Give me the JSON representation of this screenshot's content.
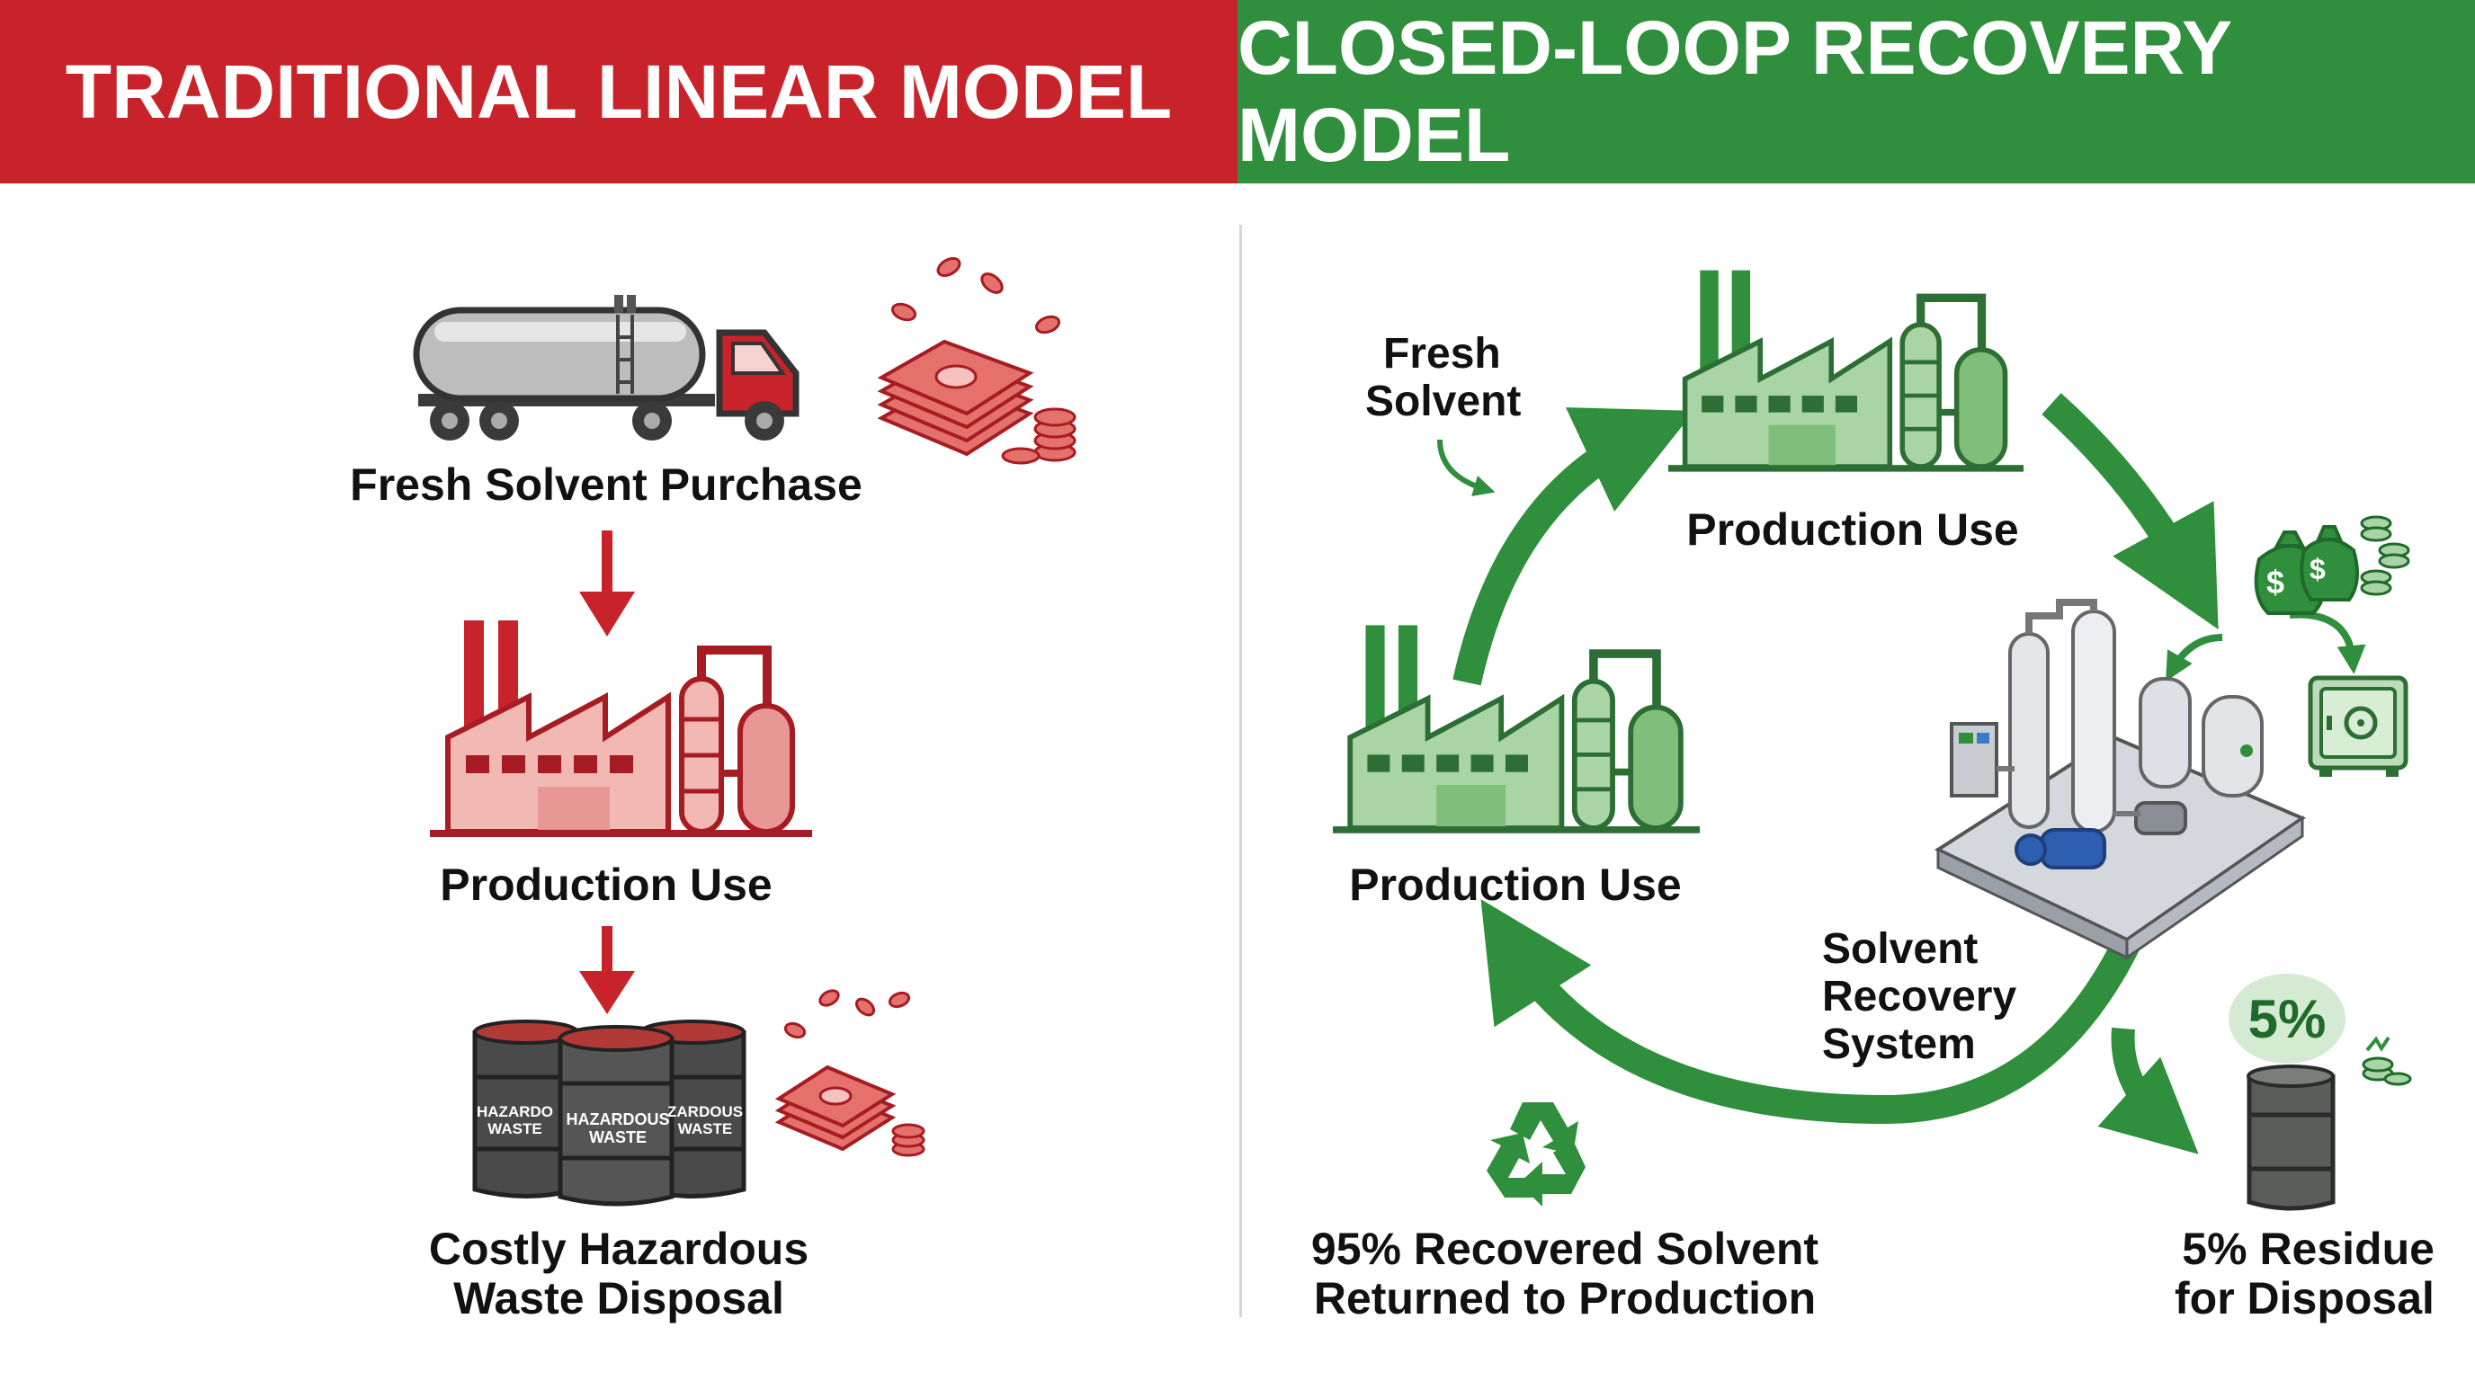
{
  "header": {
    "left_title": "TRADITIONAL LINEAR MODEL",
    "right_title": "CLOSED-LOOP RECOVERY MODEL"
  },
  "colors": {
    "linear_red": "#c8232b",
    "loop_green": "#2f8f3c",
    "light_red": "#f2b8b4",
    "light_green": "#a9d4a6",
    "dark_text": "#111111"
  },
  "linear": {
    "step1": "Fresh Solvent Purchase",
    "step2": "Production Use",
    "step3_line1": "Costly Hazardous",
    "step3_line2": "Waste Disposal",
    "barrel_label_line1": "HAZARDOUS",
    "barrel_label_line2": "WASTE",
    "barrel_side_left_1": "HAZARDO",
    "barrel_side_left_2": "WASTE",
    "barrel_side_right_1": "ZARDOUS",
    "barrel_side_right_2": "WASTE"
  },
  "loop": {
    "fresh_line1": "Fresh",
    "fresh_line2": "Solvent",
    "top_production": "Production Use",
    "left_production": "Production Use",
    "recovery_line1": "Solvent",
    "recovery_line2": "Recovery",
    "recovery_line3": "System",
    "recovered_line1": "95% Recovered Solvent",
    "recovered_line2": "Returned to Production",
    "residue_line1": "5% Residue",
    "residue_line2": "for Disposal",
    "residue_badge": "5%",
    "money_symbol": "$"
  }
}
